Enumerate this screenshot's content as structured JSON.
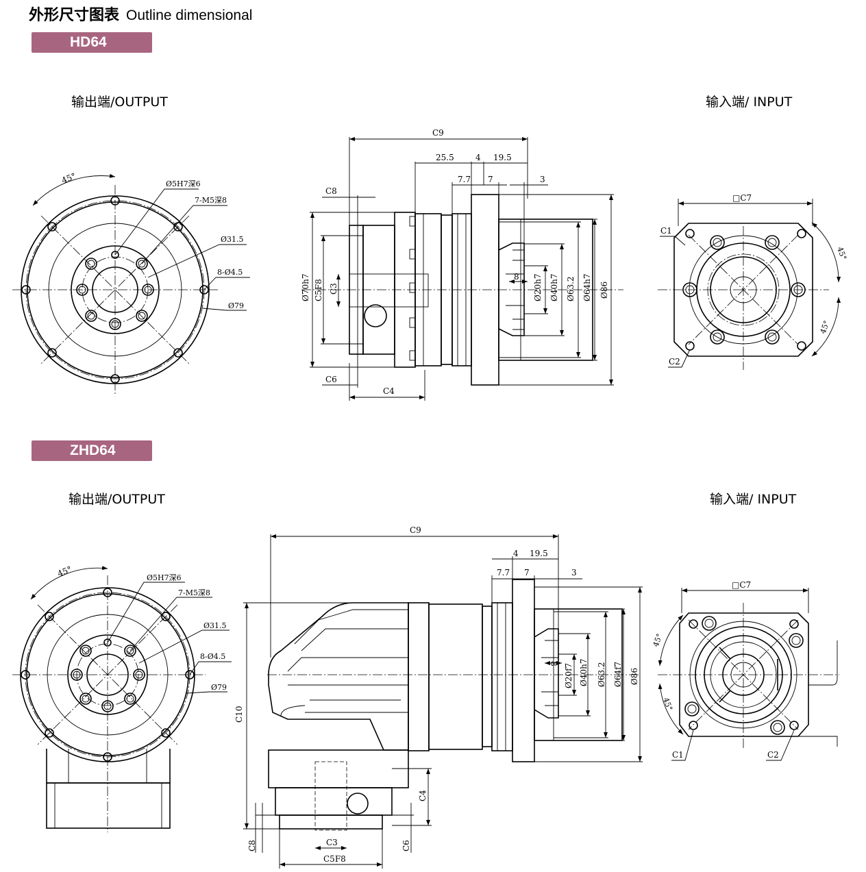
{
  "header": {
    "title_zh": "外形尺寸图表",
    "title_en": "Outline dimensional"
  },
  "models": [
    {
      "badge": "HD64",
      "output_label": "输出端/OUTPUT",
      "input_label": "输入端/ INPUT"
    },
    {
      "badge": "ZHD64",
      "output_label": "输出端/OUTPUT",
      "input_label": "输入端/ INPUT"
    }
  ],
  "dims": {
    "angle45": "45°",
    "pin_hole": "Ø5H7深6",
    "tap_holes": "7-M5深8",
    "d31_5": "Ø31.5",
    "mount_holes": "8-Ø4.5",
    "d79": "Ø79",
    "c9": "C9",
    "c10": "C10",
    "c8": "C8",
    "c6": "C6",
    "c4": "C4",
    "c3": "C3",
    "c5": "C5F8",
    "d70": "Ø70h7",
    "v25_5": "25.5",
    "v4": "4",
    "v19_5": "19.5",
    "v7_7": "7.7",
    "v7": "7",
    "v3": "3",
    "v8": "8",
    "d20": "Ø20h7",
    "d40": "Ø40h7",
    "d63_2": "Ø63.2",
    "d64": "Ø64h7",
    "d86": "Ø86",
    "d20_2": "Ø20f7",
    "d40_2": "Ø40h7",
    "d64_2": "Ø64f7",
    "c7": "□C7",
    "c1": "C1",
    "c2": "C2"
  }
}
